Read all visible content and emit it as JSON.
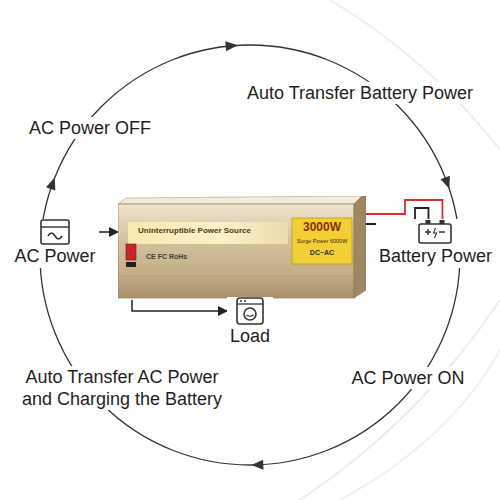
{
  "diagram": {
    "nodes": [
      {
        "text": [
          "AC Power"
        ]
      },
      {
        "text": [
          "Uninterruptible Power Source",
          "3000W",
          "Surge Power 6000W",
          "DC~AC",
          "CE FC RoHs"
        ]
      },
      {
        "text": [
          "Battery Power"
        ]
      },
      {
        "text": [
          "Load"
        ]
      }
    ],
    "edges": [
      {
        "from": 0,
        "to": 1,
        "arrow": "to"
      },
      {
        "from": 1,
        "to": 3,
        "arrow": "to"
      },
      {
        "from": 1,
        "to": 2,
        "arrow": "none"
      }
    ],
    "labels": [
      "AC Power OFF",
      "Auto Transfer Battery Power",
      "Auto Transfer AC Power and Charging the Battery",
      "AC Power ON"
    ]
  }
}
